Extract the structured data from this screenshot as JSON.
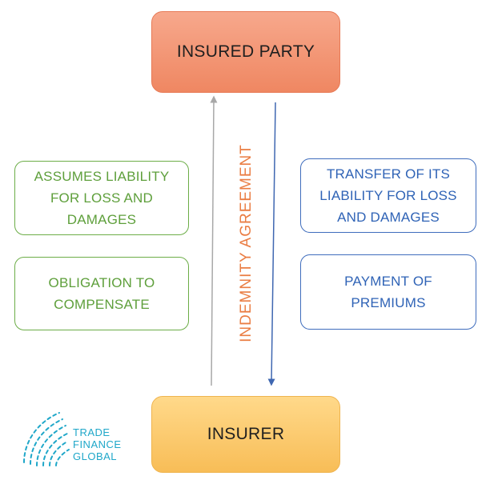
{
  "nodes": {
    "insured_party": "INSURED PARTY",
    "insurer": "INSURER"
  },
  "left_boxes": {
    "assumes": "ASSUMES LIABILITY FOR LOSS AND DAMAGES",
    "obligation": "OBLIGATION TO COMPENSATE"
  },
  "right_boxes": {
    "transfer": "TRANSFER OF ITS LIABILITY FOR LOSS AND DAMAGES",
    "premiums": "PAYMENT OF PREMIUMS"
  },
  "center_label": "INDEMNITY AGREEMENT",
  "logo": {
    "line1": "TRADE",
    "line2": "FINANCE",
    "line3": "GLOBAL"
  },
  "colors": {
    "insured_party_fill": "#f29371",
    "insurer_fill": "#fbc868",
    "green_accent": "#5e9f3b",
    "blue_accent": "#2f63b6",
    "label_accent": "#ea7d43",
    "gray_arrow": "#a8a8a8",
    "blue_arrow": "#3f67b1",
    "logo_color": "#1fa7c9"
  },
  "arrows": {
    "left": "up",
    "right": "down"
  }
}
